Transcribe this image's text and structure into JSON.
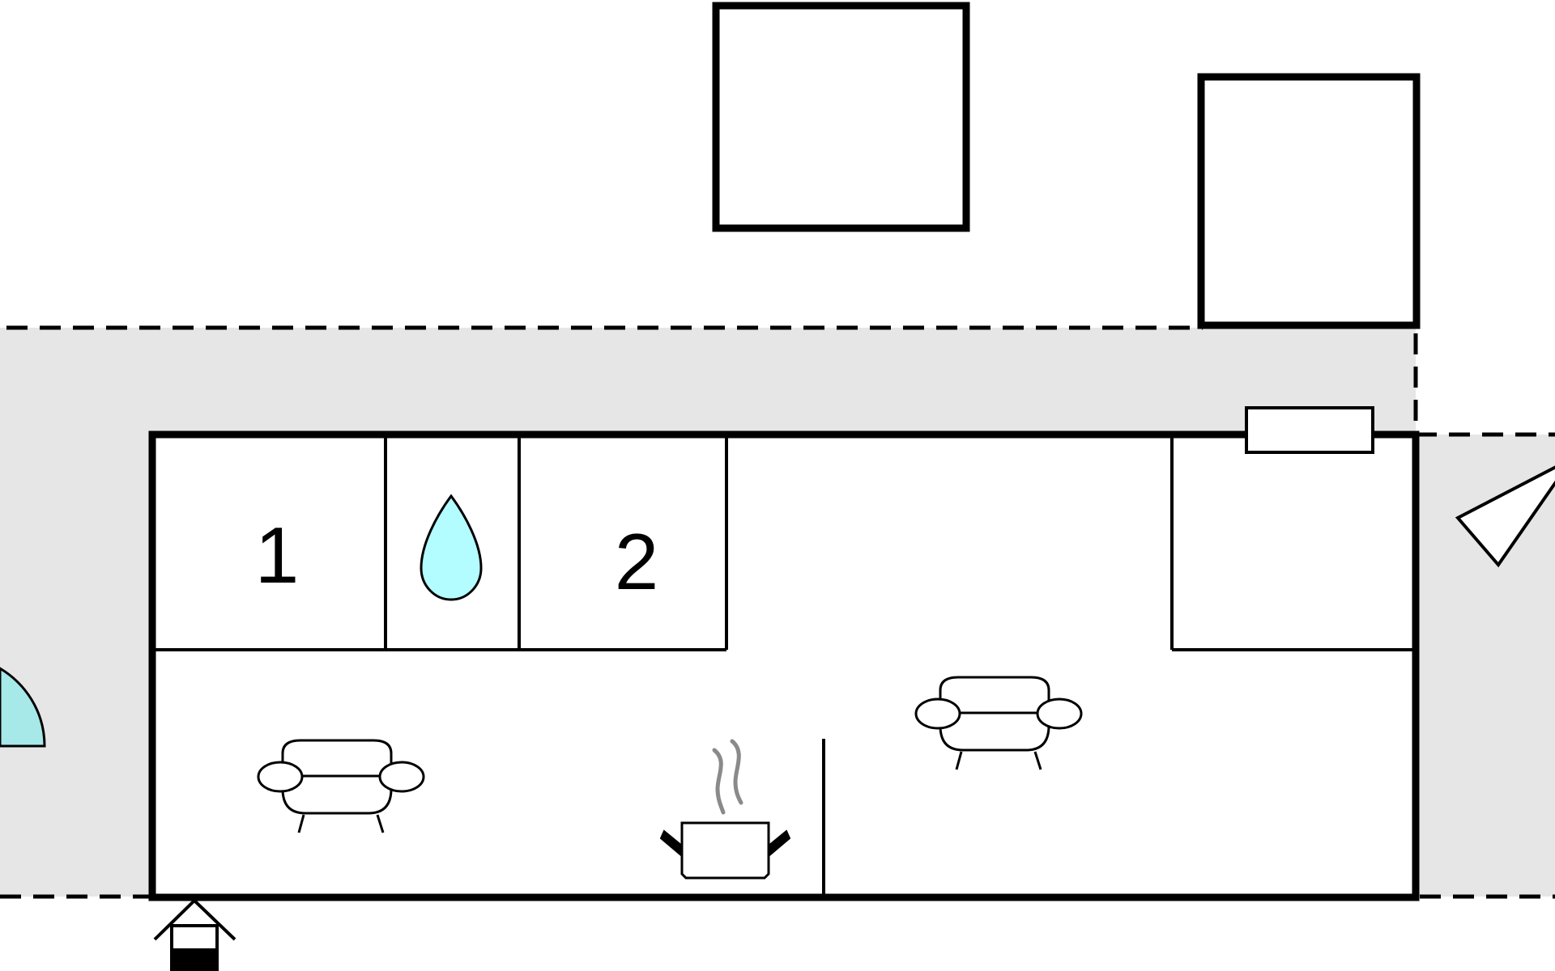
{
  "floorplan": {
    "rooms": [
      {
        "id": "bedroom-1",
        "label": "1"
      },
      {
        "id": "bedroom-2",
        "label": "2"
      }
    ],
    "icons": [
      "bathroom-water-drop-icon",
      "sofa-icon",
      "cooking-pot-icon",
      "entrance-house-icon",
      "compass-north-icon",
      "door-swing-icon"
    ],
    "colors": {
      "walls": "#000000",
      "terrace": "#e6e6e6",
      "bathroom_drop": "#b3fcff",
      "door_swing": "#a7e8e8",
      "steam": "#8a8a8a"
    }
  }
}
